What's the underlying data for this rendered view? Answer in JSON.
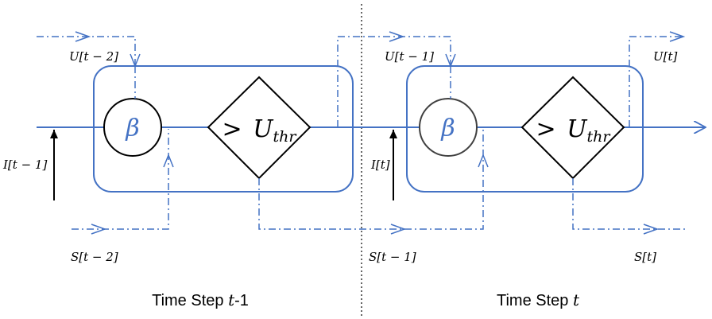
{
  "colors": {
    "blue": "#4472C4",
    "black": "#000000",
    "beta_text": "#4472C4"
  },
  "left_step": {
    "beta": "β",
    "threshold_gt": ">",
    "threshold_U": "U",
    "threshold_sub": "thr",
    "input_label": "I[t − 1]",
    "u_in_label": "U[t − 2]",
    "s_in_label": "S[t − 2]",
    "caption_prefix": "Time Step ",
    "caption_var": "t",
    "caption_suffix": "-1"
  },
  "right_step": {
    "beta": "β",
    "threshold_gt": ">",
    "threshold_U": "U",
    "threshold_sub": "thr",
    "input_label": "I[t]",
    "u_in_label": "U[t − 1]",
    "u_out_label": "U[t]",
    "s_mid_label": "S[t − 1]",
    "s_out_label": "S[t]",
    "caption_prefix": "Time Step ",
    "caption_var": "t"
  }
}
